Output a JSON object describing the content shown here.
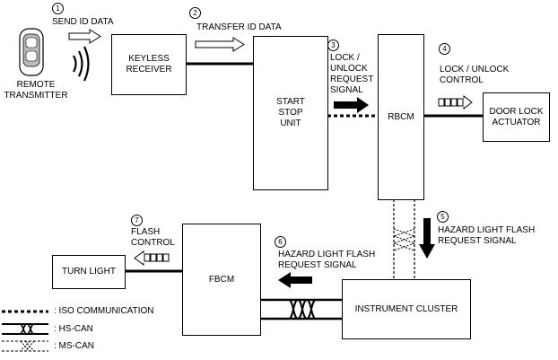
{
  "nodes": {
    "remote_transmitter": "REMOTE\nTRANSMITTER",
    "keyless_receiver": "KEYLESS\nRECEIVER",
    "start_stop_unit": "START\nSTOP\nUNIT",
    "rbcm": "RBCM",
    "door_lock_actuator": "DOOR LOCK\nACTUATOR",
    "instrument_cluster": "INSTRUMENT CLUSTER",
    "fbcm": "FBCM",
    "turn_light": "TURN LIGHT"
  },
  "steps": [
    {
      "num": "1",
      "label": "SEND ID DATA"
    },
    {
      "num": "2",
      "label": "TRANSFER ID DATA"
    },
    {
      "num": "3",
      "label": "LOCK /\nUNLOCK\nREQUEST\nSIGNAL"
    },
    {
      "num": "4",
      "label": "LOCK / UNLOCK\nCONTROL"
    },
    {
      "num": "5",
      "label": "HAZARD LIGHT FLASH\nREQUEST SIGNAL"
    },
    {
      "num": "6",
      "label": "HAZARD LIGHT FLASH\nREQUEST SIGNAL"
    },
    {
      "num": "7",
      "label": "FLASH\nCONTROL"
    }
  ],
  "legend": [
    {
      "line": "iso",
      "label": ": ISO COMMUNICATION"
    },
    {
      "line": "hs-can",
      "label": ": HS-CAN"
    },
    {
      "line": "ms-can",
      "label": ": MS-CAN"
    }
  ]
}
